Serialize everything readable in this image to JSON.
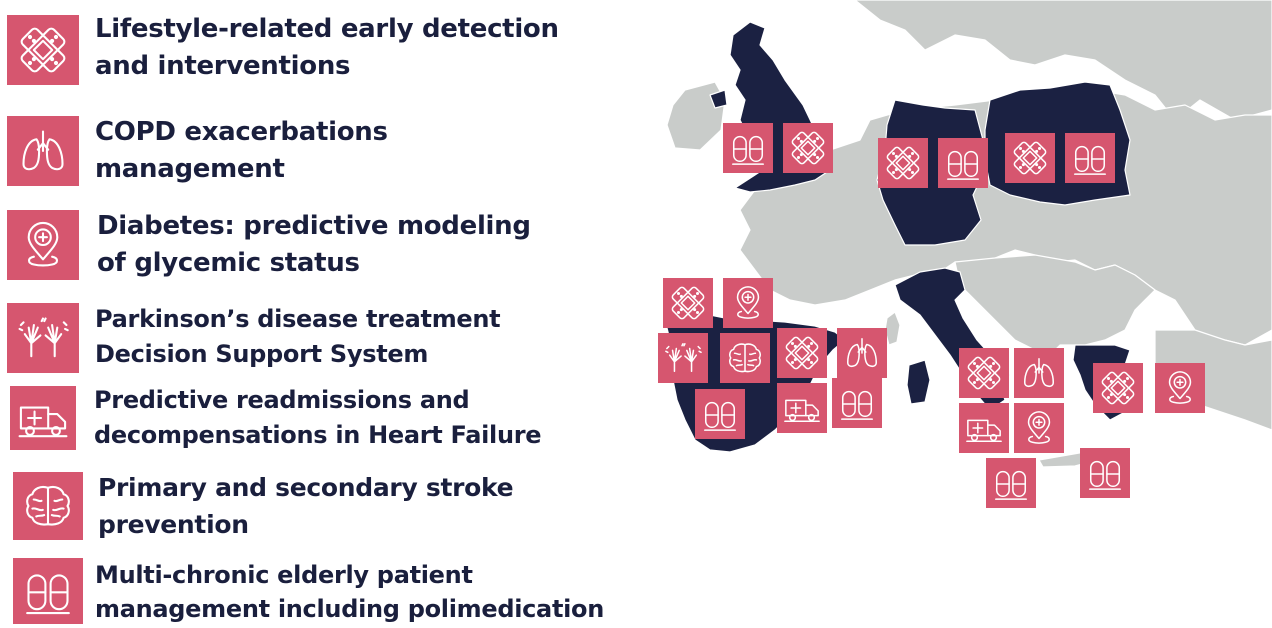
{
  "colors": {
    "tile": "#d6566f",
    "text": "#1a1f3d",
    "land_dark": "#1b2142",
    "land_grey": "#c9ccca",
    "sea": "#ffffff"
  },
  "legend": [
    {
      "icon": "bandage-icon",
      "lines": [
        "Lifestyle-related early detection",
        "and interventions"
      ]
    },
    {
      "icon": "lungs-icon",
      "lines": [
        "COPD exacerbations",
        "management"
      ]
    },
    {
      "icon": "location-plus-icon",
      "lines": [
        "Diabetes: predictive modeling",
        "of glycemic status"
      ]
    },
    {
      "icon": "tremor-hands-icon",
      "lines": [
        "Parkinson’s disease treatment",
        "Decision Support System"
      ]
    },
    {
      "icon": "ambulance-icon",
      "lines": [
        "Predictive readmissions and",
        "decompensations in Heart Failure"
      ]
    },
    {
      "icon": "brain-icon",
      "lines": [
        "Primary and secondary stroke",
        "prevention"
      ]
    },
    {
      "icon": "pills-icon",
      "lines": [
        "Multi-chronic elderly patient",
        "management including polimedication"
      ]
    }
  ],
  "map_tiles": [
    {
      "icon": "pills-icon"
    },
    {
      "icon": "bandage-icon"
    },
    {
      "icon": "bandage-icon"
    },
    {
      "icon": "pills-icon"
    },
    {
      "icon": "bandage-icon"
    },
    {
      "icon": "pills-icon"
    },
    {
      "icon": "bandage-icon"
    },
    {
      "icon": "location-plus-icon"
    },
    {
      "icon": "tremor-hands-icon"
    },
    {
      "icon": "brain-icon"
    },
    {
      "icon": "bandage-icon"
    },
    {
      "icon": "lungs-icon"
    },
    {
      "icon": "pills-icon"
    },
    {
      "icon": "ambulance-icon"
    },
    {
      "icon": "pills-icon"
    },
    {
      "icon": "bandage-icon"
    },
    {
      "icon": "lungs-icon"
    },
    {
      "icon": "ambulance-icon"
    },
    {
      "icon": "location-plus-icon"
    },
    {
      "icon": "pills-icon"
    },
    {
      "icon": "pills-icon"
    },
    {
      "icon": "bandage-icon"
    },
    {
      "icon": "location-plus-icon"
    }
  ]
}
